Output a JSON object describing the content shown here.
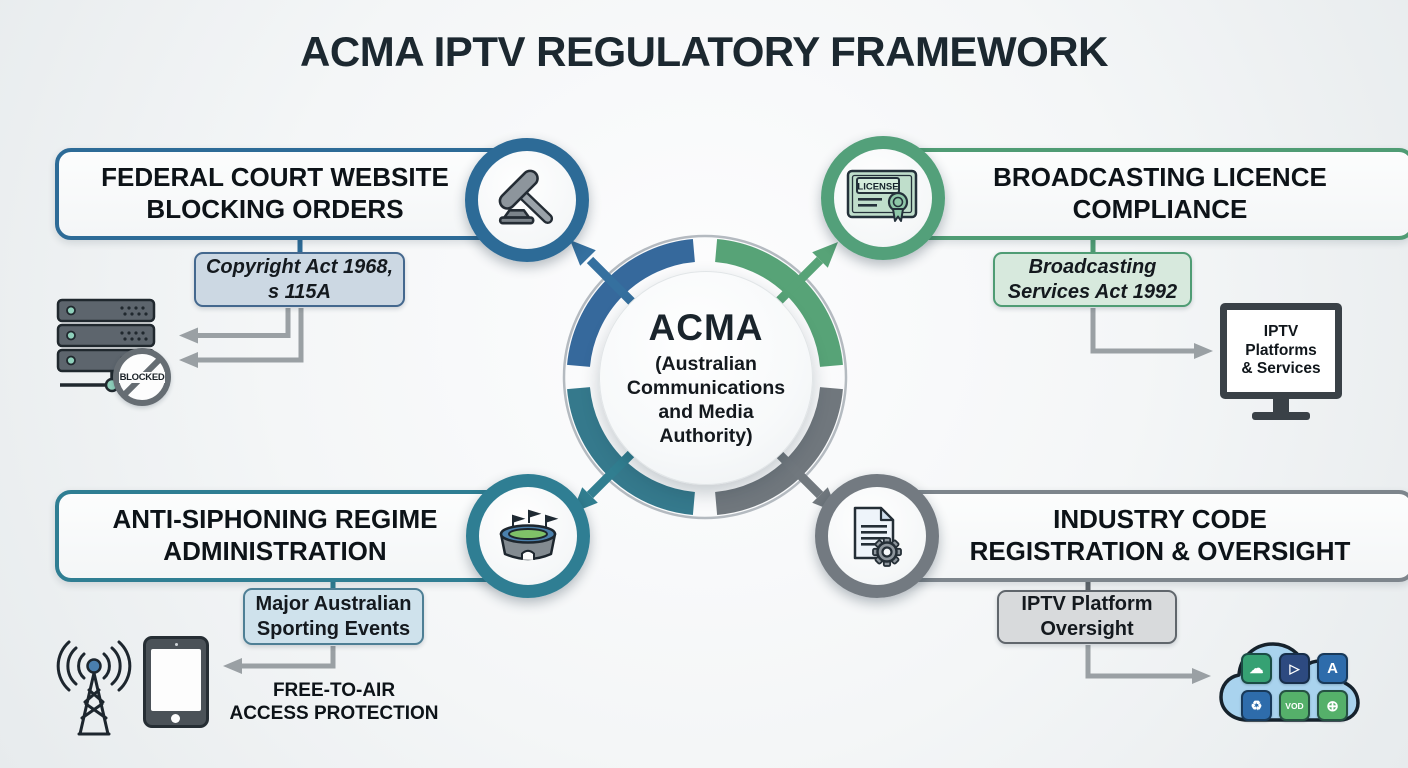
{
  "title": "ACMA IPTV REGULATORY FRAMEWORK",
  "center": {
    "acronym": "ACMA",
    "full_name": "(Australian\nCommunications\nand Media\nAuthority)"
  },
  "colors": {
    "federal_court_accent": "#2d6b97",
    "broadcasting_accent": "#53a07a",
    "anti_siphoning_accent": "#2f7e93",
    "industry_code_accent": "#767d84"
  },
  "quadrants": {
    "federal_court": {
      "title": "FEDERAL COURT WEBSITE\nBLOCKING ORDERS",
      "statute_label": "Copyright Act 1968,\ns 115A",
      "blocked_stamp": "BLOCKED",
      "icon": "gavel-icon"
    },
    "broadcasting_licence": {
      "title": "BROADCASTING LICENCE\nCOMPLIANCE",
      "statute_label": "Broadcasting\nServices Act 1992",
      "licence_badge": "LICENSE",
      "monitor_label": "IPTV\nPlatforms\n& Services",
      "icon": "licence-certificate-icon"
    },
    "anti_siphoning": {
      "title": "ANTI-SIPHONING REGIME\nADMINISTRATION",
      "events_label": "Major Australian\nSporting Events",
      "outcome_label": "FREE-TO-AIR\nACCESS PROTECTION",
      "icon": "stadium-icon"
    },
    "industry_code": {
      "title": "INDUSTRY CODE\nREGISTRATION & OVERSIGHT",
      "oversight_label": "IPTV Platform\nOversight",
      "vod_tile_label": "VOD",
      "icon": "document-gear-icon"
    }
  }
}
